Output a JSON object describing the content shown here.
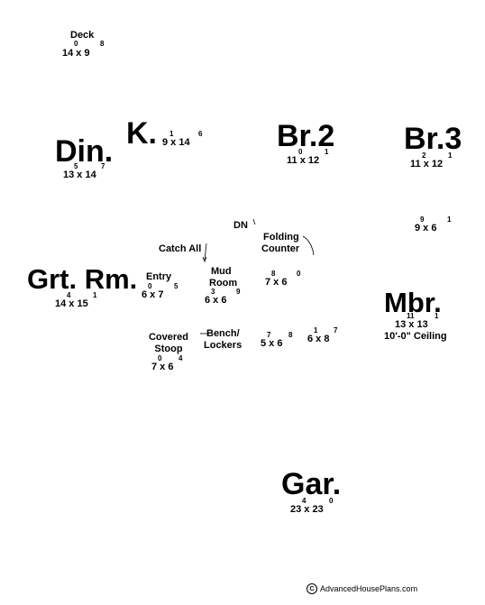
{
  "rooms": {
    "deck": {
      "name": "Deck",
      "w": "14",
      "w_in": "0",
      "h": "9",
      "h_in": "8"
    },
    "kitchen": {
      "name": "K.",
      "w": "9",
      "w_in": "1",
      "h": "14",
      "h_in": "6"
    },
    "br2": {
      "name": "Br.2",
      "w": "11",
      "w_in": "0",
      "h": "12",
      "h_in": "1"
    },
    "br3": {
      "name": "Br.3",
      "w": "11",
      "w_in": "2",
      "h": "12",
      "h_in": "1"
    },
    "dining": {
      "name": "Din.",
      "w": "13",
      "w_in": "5",
      "h": "14",
      "h_in": "7"
    },
    "great_room": {
      "name": "Grt. Rm.",
      "w": "14",
      "w_in": "4",
      "h": "15",
      "h_in": "1"
    },
    "entry": {
      "name": "Entry",
      "w": "6",
      "w_in": "0",
      "h": "7",
      "h_in": "5"
    },
    "mud_room": {
      "name_line1": "Mud",
      "name_line2": "Room",
      "w": "6",
      "w_in": "3",
      "h": "6",
      "h_in": "9"
    },
    "folding": {
      "name_line1": "Folding",
      "name_line2": "Counter"
    },
    "closet_a": {
      "w": "7",
      "w_in": "8",
      "h": "6",
      "h_in": "0"
    },
    "closet_b": {
      "w": "9",
      "w_in": "9",
      "h": "6",
      "h_in": "1"
    },
    "master": {
      "name": "Mbr.",
      "w": "13",
      "w_in": "11",
      "h": "13",
      "h_in": "1",
      "note": "10'-0\" Ceiling"
    },
    "covered_stoop": {
      "name_line1": "Covered",
      "name_line2": "Stoop",
      "w": "7",
      "w_in": "0",
      "h": "6",
      "h_in": "4"
    },
    "bench": {
      "name_line1": "Bench/",
      "name_line2": "Lockers"
    },
    "bath_a": {
      "w": "5",
      "w_in": "7",
      "h": "6",
      "h_in": "8"
    },
    "bath_b": {
      "w": "6",
      "w_in": "1",
      "h": "8",
      "h_in": "7"
    },
    "garage": {
      "name": "Gar.",
      "w": "23",
      "w_in": "4",
      "h": "23",
      "h_in": "0"
    }
  },
  "labels": {
    "dn": "DN",
    "catch_all": "Catch All"
  },
  "footer": {
    "copyright_symbol": "C",
    "site": "AdvancedHousePlans.com"
  }
}
